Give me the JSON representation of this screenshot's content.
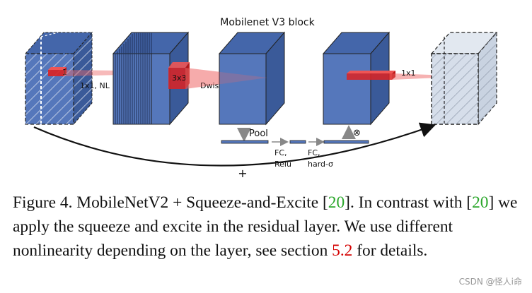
{
  "diagram": {
    "title": "Mobilenet V3 block",
    "labels": {
      "input_kernel": "1",
      "expansion_op": "1x1, NL",
      "dw_kernel": "3x3",
      "dw_op": "Dwise, NL",
      "proj_kernel": "1x1",
      "pool": "Pool",
      "fc1_line1": "FC,",
      "fc1_line2": "Relu",
      "fc2_line1": "FC,",
      "fc2_line2": "hard-σ",
      "multiply": "⊗",
      "residual_add": "+"
    },
    "colors": {
      "block_front": "#5577bb",
      "block_top": "#4466aa",
      "block_side": "#3a5a99",
      "kernel": "#dd2222",
      "projection": "#ee6666",
      "io_block": "#d6deea",
      "arrow": "#888888"
    }
  },
  "caption": {
    "prefix": "Figure 4. MobileNetV2 + Squeeze-and-Excite [",
    "cite1": "20",
    "part2": "]. In contrast with [",
    "cite2": "20",
    "part3": "] we apply the squeeze and excite in the residual layer. We use different nonlinearity depending on the layer, see section ",
    "section_ref": "5.2",
    "suffix": " for details."
  },
  "watermark": "CSDN @怪人i命"
}
